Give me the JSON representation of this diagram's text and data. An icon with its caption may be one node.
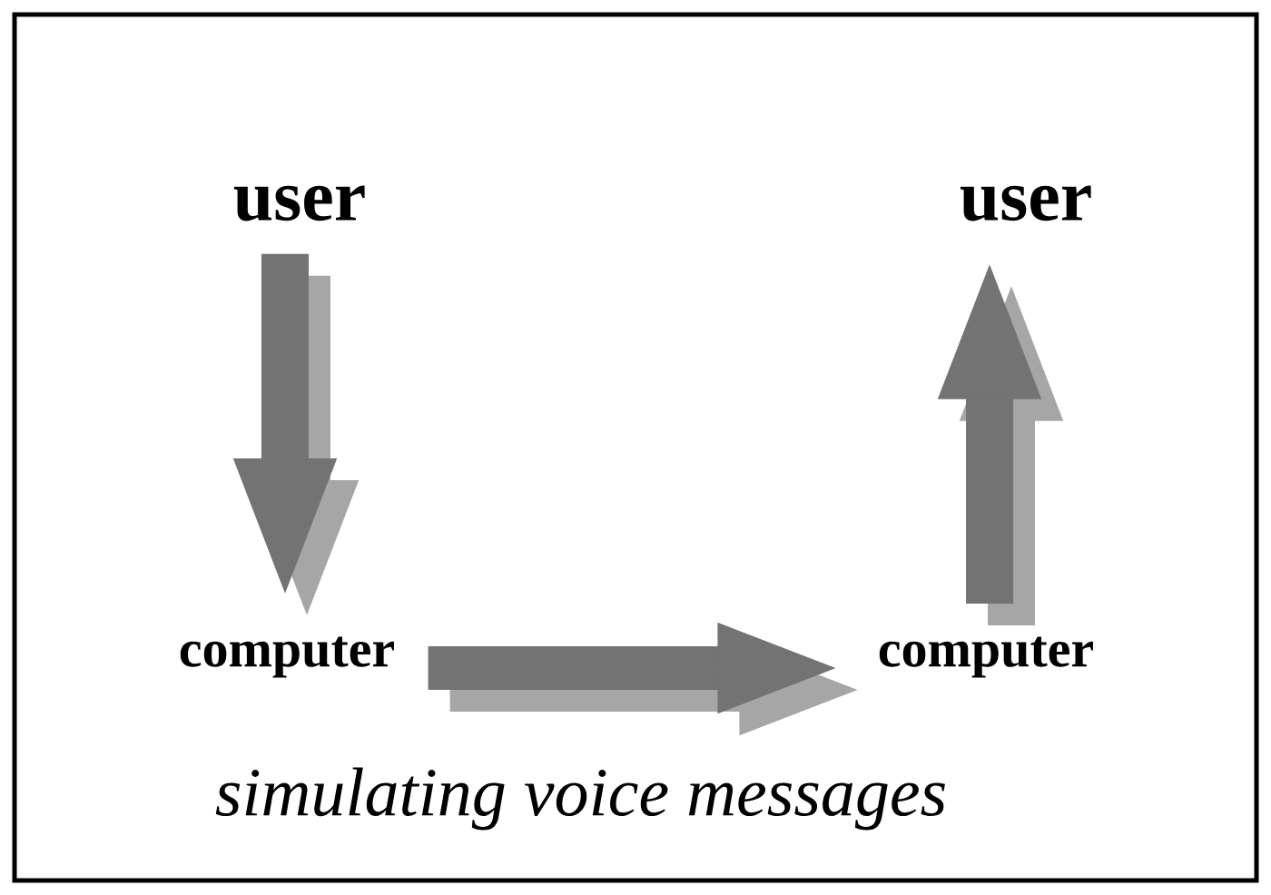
{
  "diagram": {
    "caption": "simulating voice messages",
    "nodes": [
      {
        "text": [
          "user"
        ]
      },
      {
        "text": [
          "computer"
        ]
      },
      {
        "text": [
          "computer"
        ]
      },
      {
        "text": [
          "user"
        ]
      }
    ],
    "edges": [
      {
        "from": 0,
        "to": 1,
        "arrow": "to"
      },
      {
        "from": 1,
        "to": 2,
        "arrow": "to"
      },
      {
        "from": 2,
        "to": 3,
        "arrow": "to"
      }
    ]
  }
}
